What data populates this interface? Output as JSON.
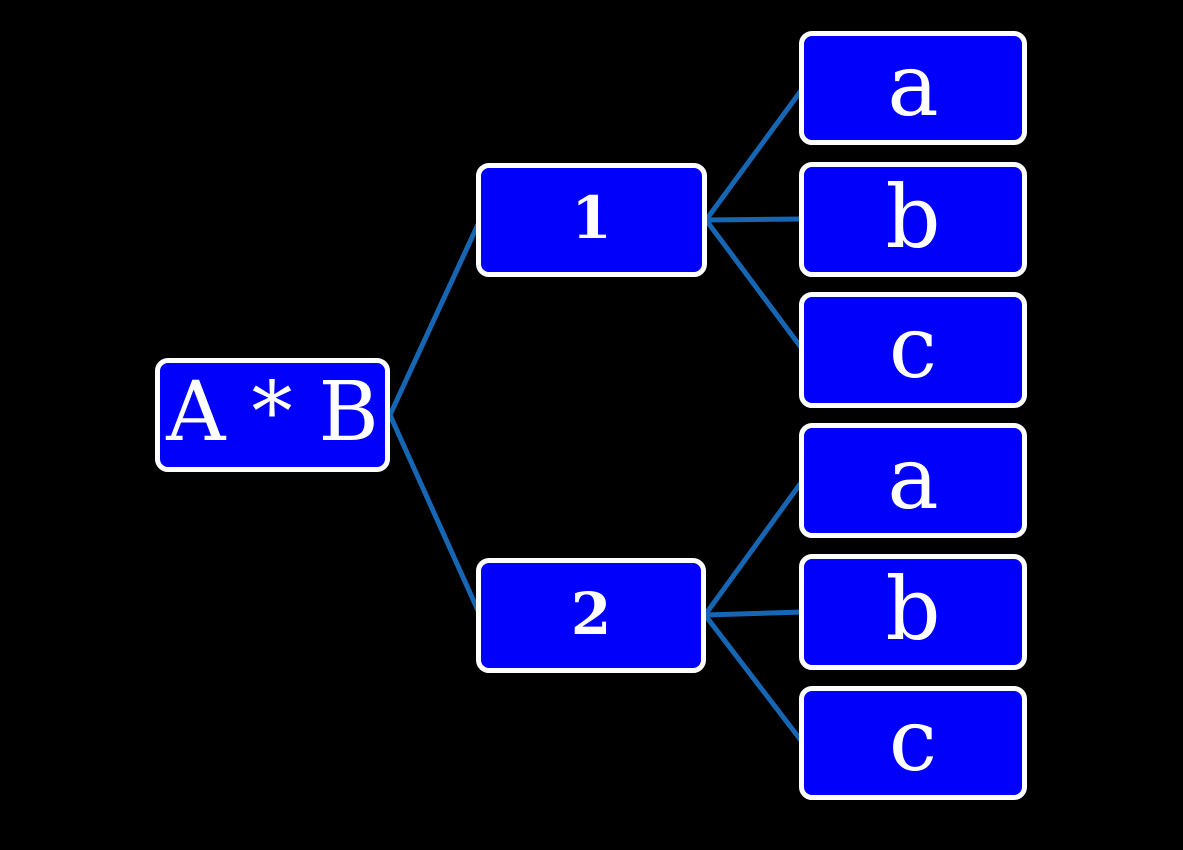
{
  "diagram": {
    "type": "tree",
    "orientation": "left-to-right",
    "colors": {
      "background": "#000000",
      "node_fill": "#0000fb",
      "node_border": "#ffffff",
      "node_text": "#ffffff",
      "edge": "#1766b4"
    },
    "nodes": [
      {
        "id": "root",
        "label": "A * B"
      },
      {
        "id": "child-1",
        "label": "1"
      },
      {
        "id": "child-2",
        "label": "2"
      },
      {
        "id": "leaf-1a",
        "label": "a"
      },
      {
        "id": "leaf-1b",
        "label": "b"
      },
      {
        "id": "leaf-1c",
        "label": "c"
      },
      {
        "id": "leaf-2a",
        "label": "a"
      },
      {
        "id": "leaf-2b",
        "label": "b"
      },
      {
        "id": "leaf-2c",
        "label": "c"
      }
    ],
    "edges": [
      {
        "from": "root",
        "to": "child-1"
      },
      {
        "from": "root",
        "to": "child-2"
      },
      {
        "from": "child-1",
        "to": "leaf-1a"
      },
      {
        "from": "child-1",
        "to": "leaf-1b"
      },
      {
        "from": "child-1",
        "to": "leaf-1c"
      },
      {
        "from": "child-2",
        "to": "leaf-2a"
      },
      {
        "from": "child-2",
        "to": "leaf-2b"
      },
      {
        "from": "child-2",
        "to": "leaf-2c"
      }
    ]
  }
}
